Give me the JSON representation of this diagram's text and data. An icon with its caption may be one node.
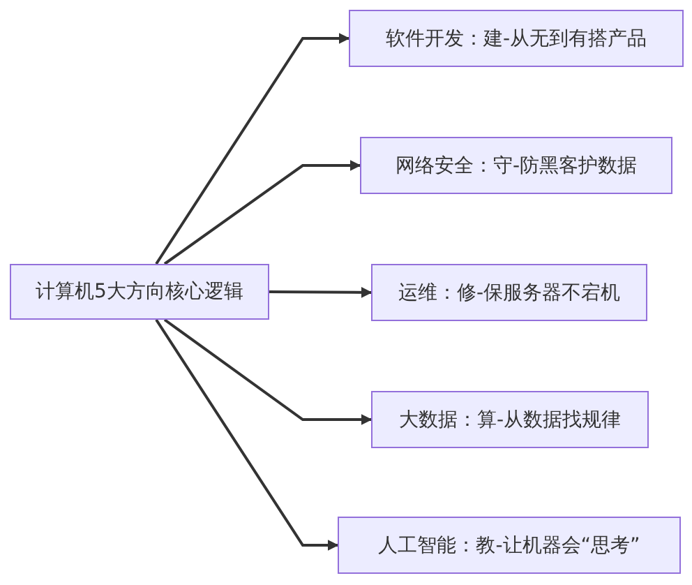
{
  "diagram": {
    "nodes": [
      {
        "text": [
          "计算机5大方向核心逻辑"
        ]
      },
      {
        "text": [
          "软件开发：建-从无到有搭产品"
        ]
      },
      {
        "text": [
          "网络安全：守-防黑客护数据"
        ]
      },
      {
        "text": [
          "运维：修-保服务器不宕机"
        ]
      },
      {
        "text": [
          "大数据：算-从数据找规律"
        ]
      },
      {
        "text": [
          "人工智能：教-让机器会“思考”"
        ]
      }
    ],
    "edges": [
      {
        "from": 0,
        "to": 1,
        "arrow": "to"
      },
      {
        "from": 0,
        "to": 2,
        "arrow": "to"
      },
      {
        "from": 0,
        "to": 3,
        "arrow": "to"
      },
      {
        "from": 0,
        "to": 4,
        "arrow": "to"
      },
      {
        "from": 0,
        "to": 5,
        "arrow": "to"
      }
    ]
  }
}
